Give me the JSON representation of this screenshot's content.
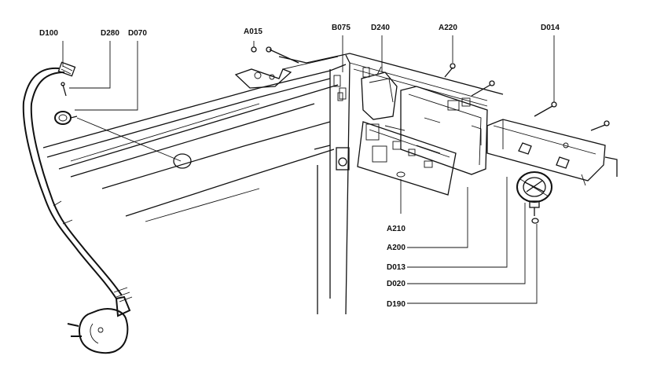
{
  "labels": {
    "d100": "D100",
    "d280": "D280",
    "d070": "D070",
    "a015": "A015",
    "b075": "B075",
    "d240": "D240",
    "a220": "A220",
    "d014": "D014",
    "a210": "A210",
    "a200": "A200",
    "d013": "D013",
    "d020": "D020",
    "d190": "D190"
  },
  "colors": {
    "ink": "#111111",
    "paper": "#ffffff"
  }
}
